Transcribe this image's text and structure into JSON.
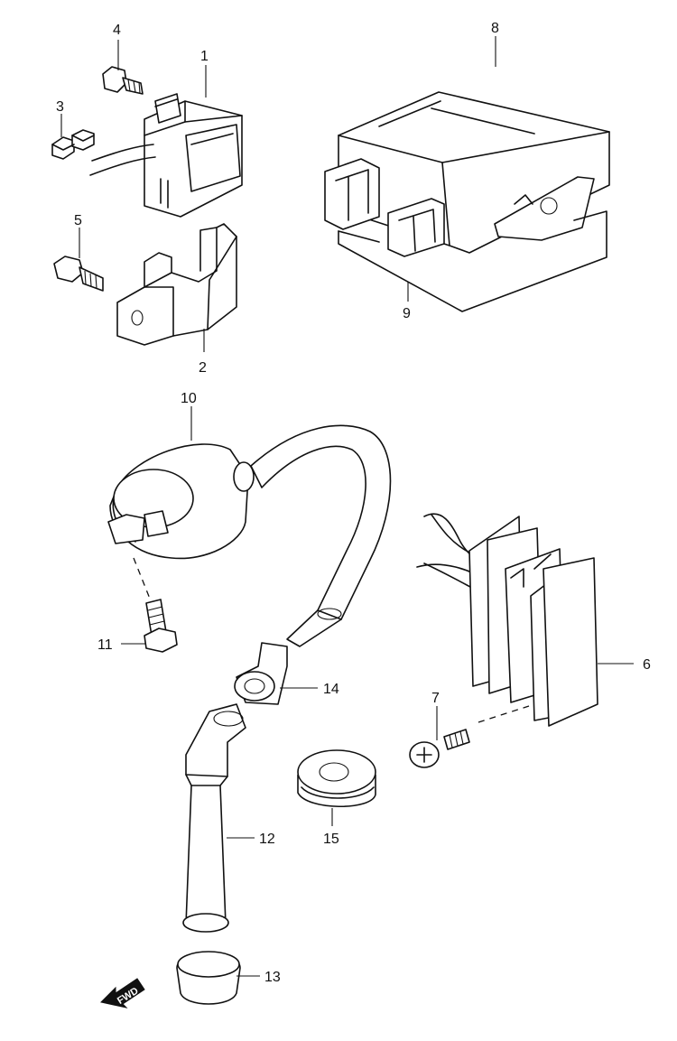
{
  "labels": {
    "p1": "1",
    "p2": "2",
    "p3": "3",
    "p4": "4",
    "p5": "5",
    "p6": "6",
    "p7": "7",
    "p8": "8",
    "p9": "9",
    "p10": "10",
    "p11": "11",
    "p12": "12",
    "p13": "13",
    "p14": "14",
    "p15": "15"
  },
  "direction_marker": "FWD"
}
